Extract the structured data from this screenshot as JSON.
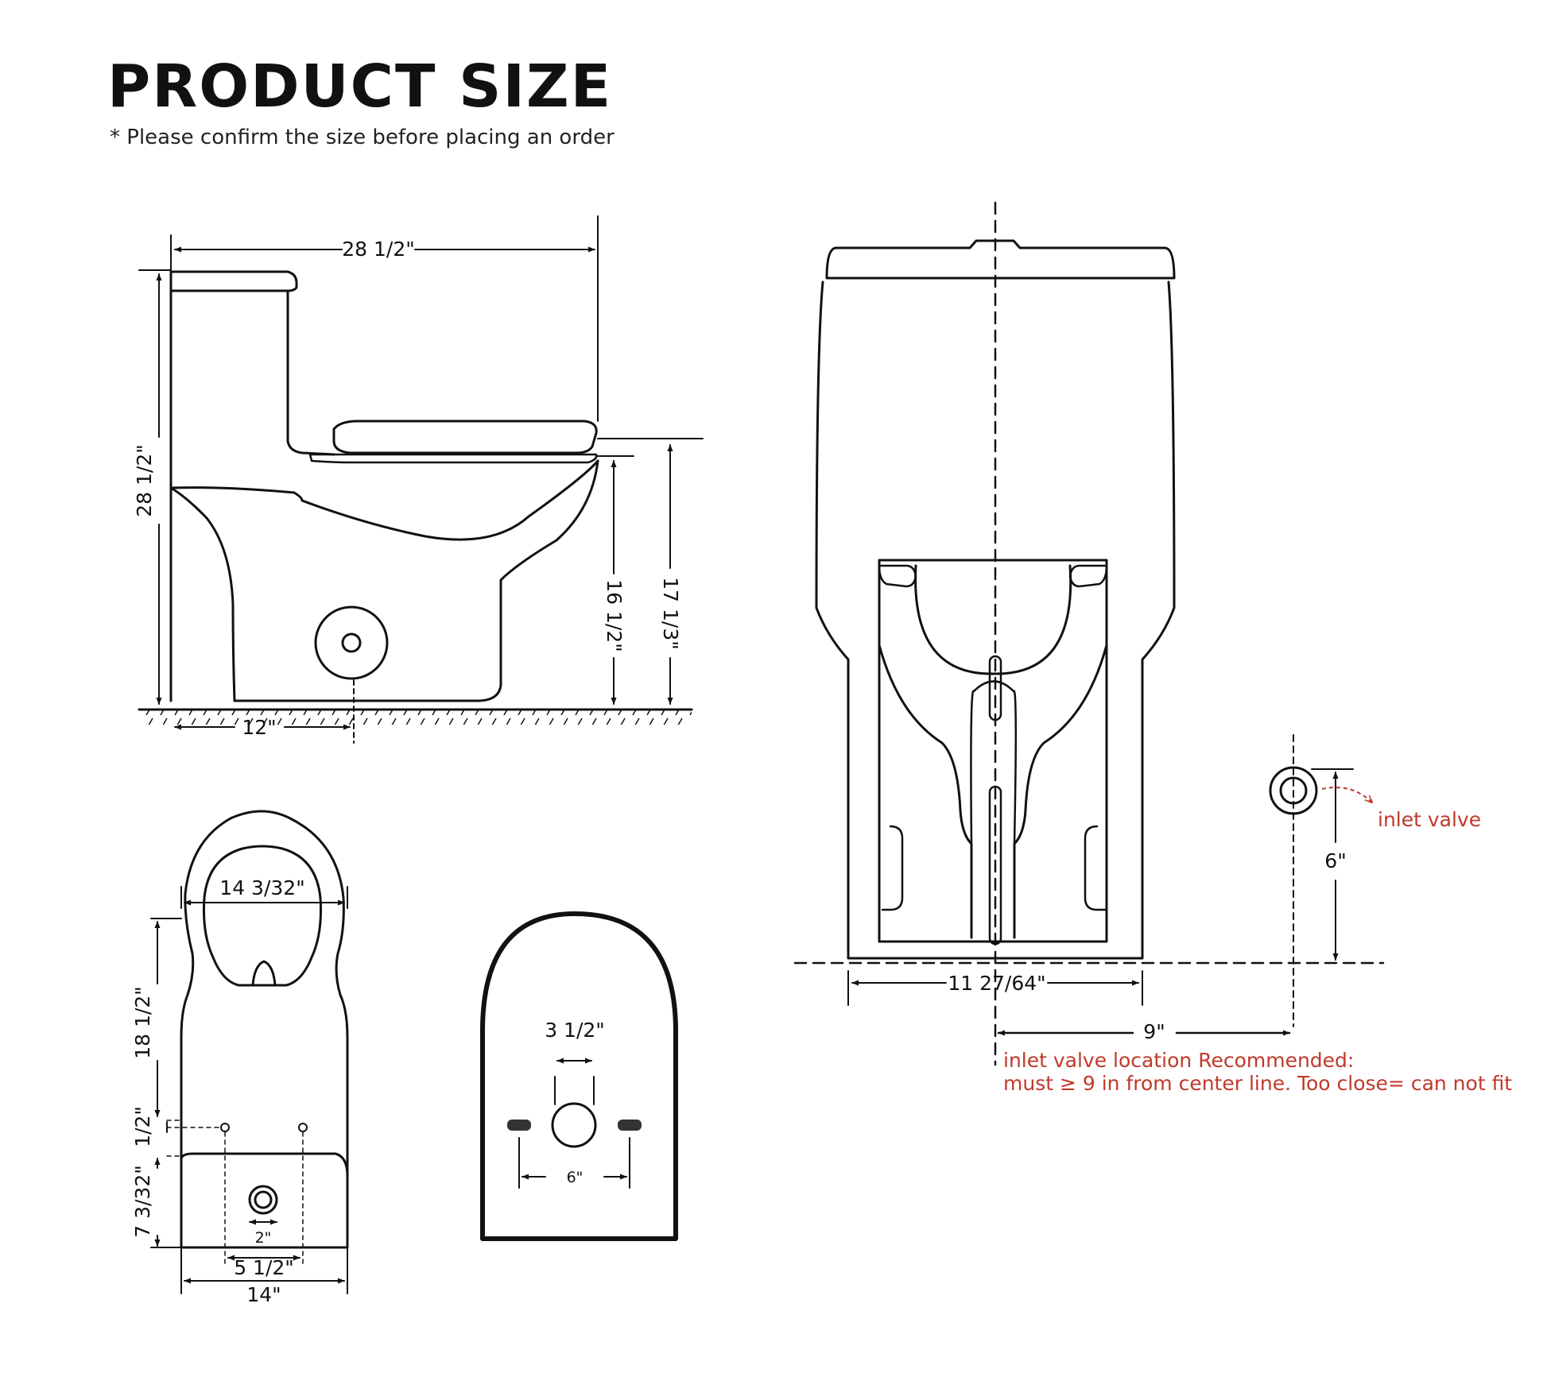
{
  "header": {
    "title": "PRODUCT SIZE",
    "subtitle": "* Please confirm the size before placing an order"
  },
  "side_view": {
    "overall_depth": "28 1/2\"",
    "overall_height": "28 1/2\"",
    "seat_height_no_seat": "16 1/2\"",
    "seat_height_with_seat": "17 1/3\"",
    "rough_in": "12\""
  },
  "top_view": {
    "width": "14 3/32\"",
    "bowl_length": "18 1/2\"",
    "bolt_offset": "1/2\"",
    "rear_depth": "7 3/32\"",
    "drain_diameter": "2\"",
    "bolt_spacing": "5 1/2\"",
    "base_width": "14\""
  },
  "bottom_view": {
    "outlet_diameter": "3 1/2\"",
    "bolt_spacing": "6\""
  },
  "front_view": {
    "base_width": "11 27/64\"",
    "inlet_distance": "9\"",
    "inlet_height": "6\"",
    "inlet_label": "inlet valve",
    "note_line1": "inlet valve location Recommended:",
    "note_line2": "must ≥ 9 in from center line. Too close= can not fit"
  },
  "colors": {
    "line": "#111111",
    "accent": "#c0392b"
  }
}
